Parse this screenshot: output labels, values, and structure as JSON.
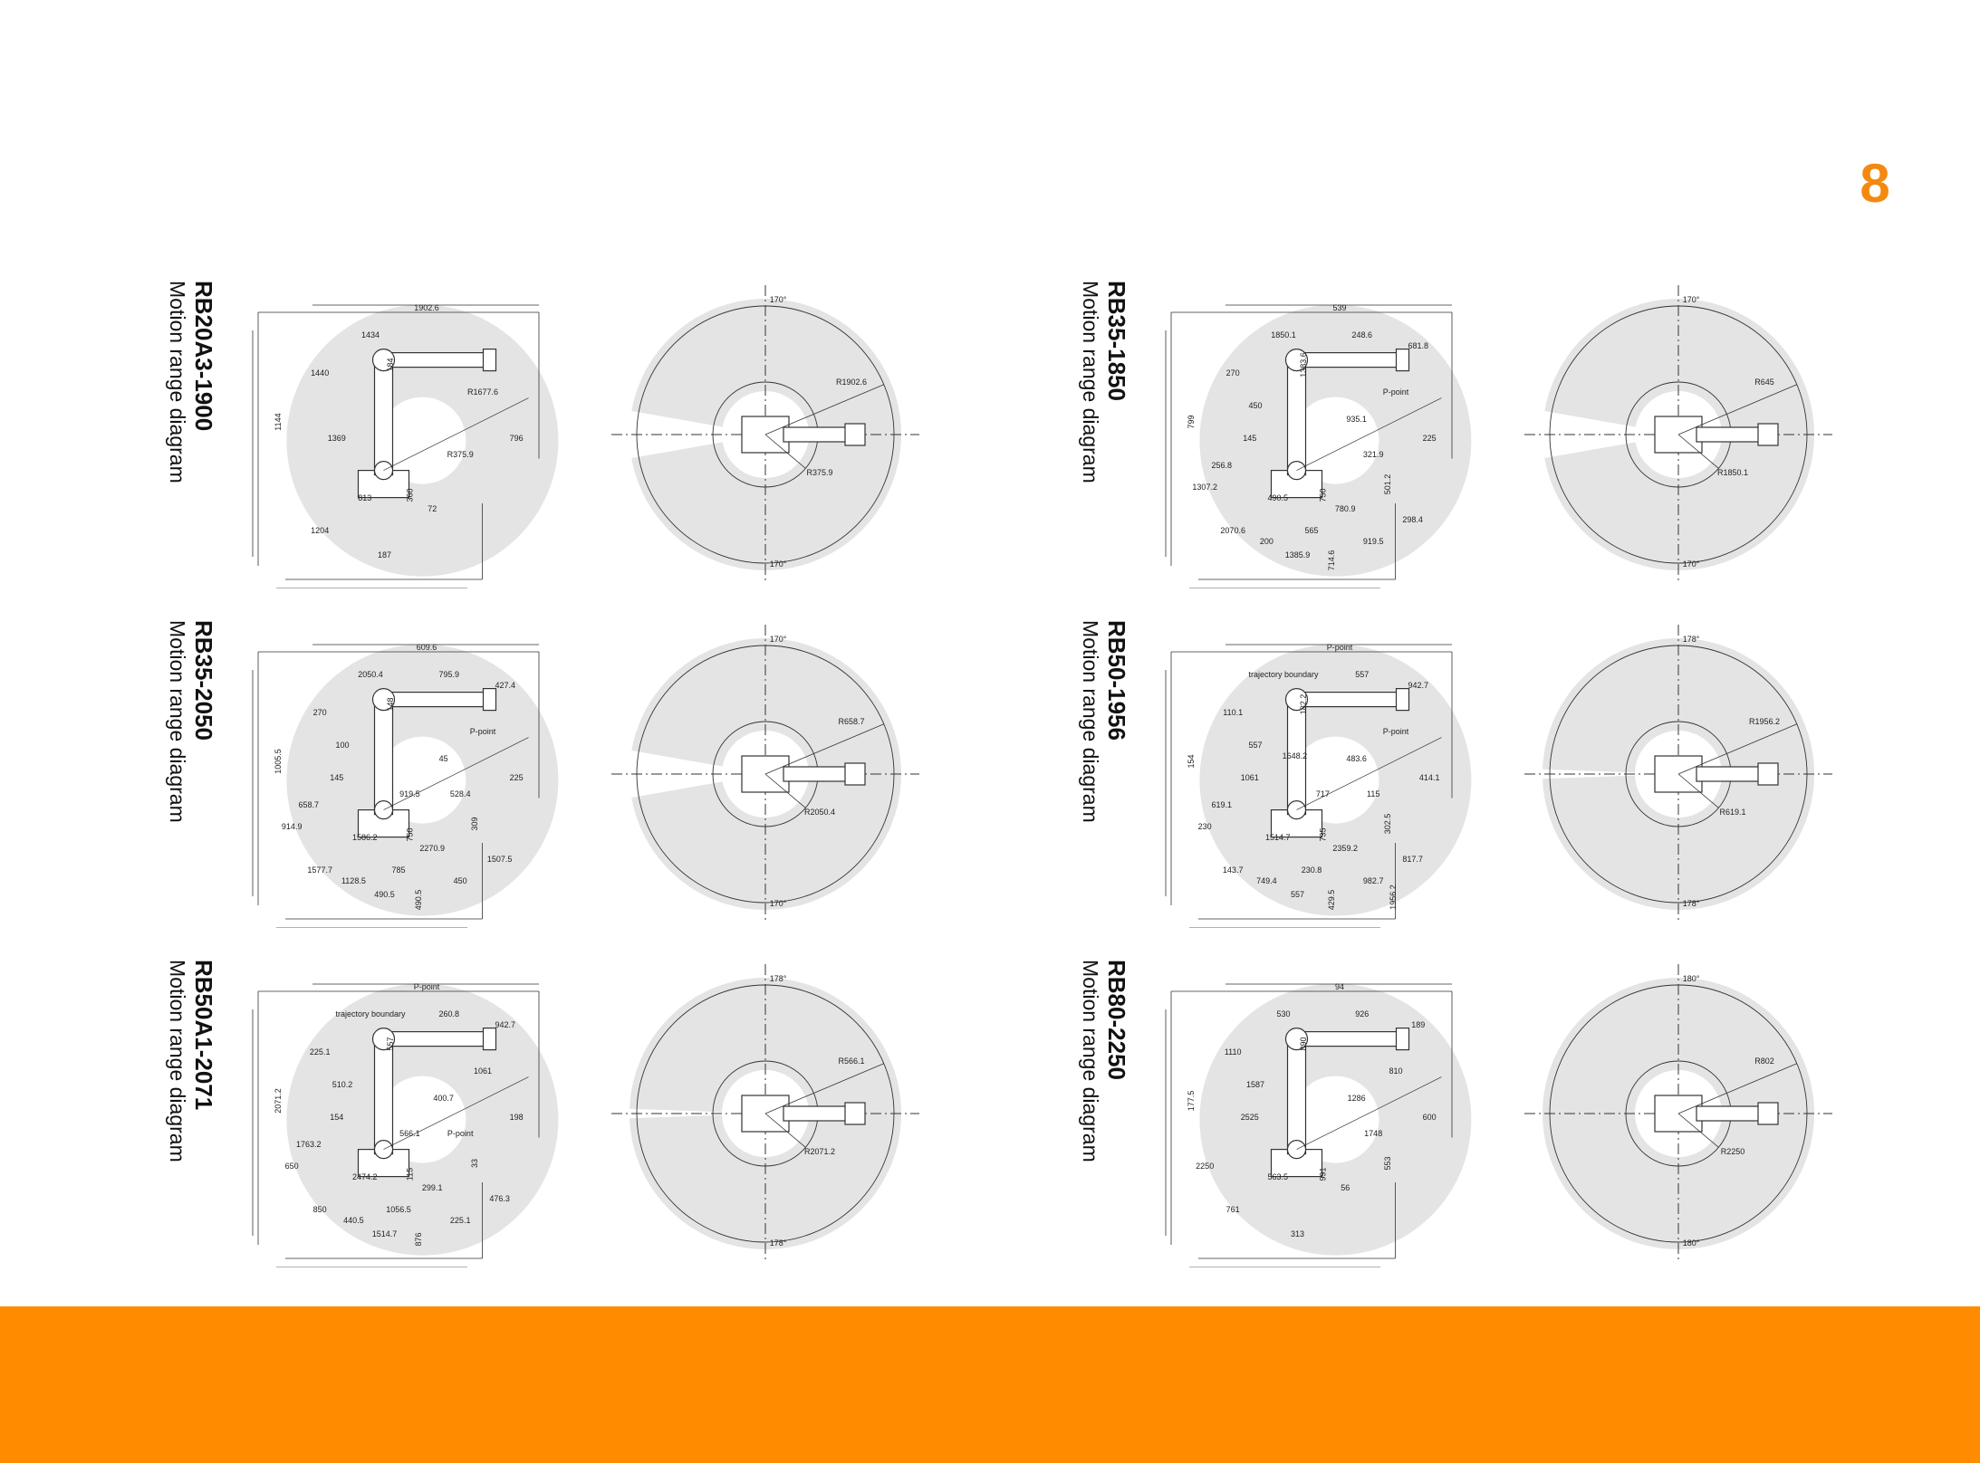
{
  "page": {
    "number": "8",
    "accent_color": "#ff8c00"
  },
  "panels": [
    {
      "model": "RB20A3-1900",
      "subtitle": "Motion range diagram",
      "side": {
        "dims": [
          "1902.6",
          "1434",
          "1440",
          "1144",
          "1369",
          "R1677.6",
          "796",
          "R375.9",
          "360",
          "72",
          "813",
          "1204",
          "187",
          "184"
        ]
      },
      "top": {
        "angles": [
          "170°",
          "170°"
        ],
        "radii": [
          "R1902.6",
          "R375.9"
        ]
      }
    },
    {
      "model": "RB35-1850",
      "subtitle": "Motion range diagram",
      "side": {
        "dims": [
          "539",
          "1850.1",
          "270",
          "799",
          "145",
          "P-point",
          "225",
          "321.9",
          "750",
          "780.9",
          "490.5",
          "2070.6",
          "1385.9",
          "1383.6",
          "248.6",
          "681.8",
          "450",
          "935.1",
          "501.2",
          "1307.2",
          "565",
          "919.5",
          "200",
          "714.6",
          "298.4",
          "256.8"
        ]
      },
      "top": {
        "angles": [
          "170°",
          "170°"
        ],
        "radii": [
          "R645",
          "R1850.1"
        ]
      }
    },
    {
      "model": "RB35-2050",
      "subtitle": "Motion range diagram",
      "side": {
        "dims": [
          "609.6",
          "2050.4",
          "270",
          "1005.5",
          "145",
          "P-point",
          "225",
          "528.4",
          "750",
          "2270.9",
          "1586.2",
          "1577.7",
          "490.5",
          "148",
          "795.9",
          "427.4",
          "100",
          "45",
          "309",
          "914.9",
          "785",
          "450",
          "1128.5",
          "490.5",
          "1507.5",
          "658.7",
          "919.5"
        ]
      },
      "top": {
        "angles": [
          "170°",
          "170°"
        ],
        "radii": [
          "R658.7",
          "R2050.4"
        ]
      }
    },
    {
      "model": "RB50-1956",
      "subtitle": "Motion range diagram",
      "side": {
        "dims": [
          "P-point",
          "trajectory boundary",
          "110.1",
          "154",
          "1061",
          "P-point",
          "414.1",
          "115",
          "735",
          "2359.2",
          "1514.7",
          "143.7",
          "557",
          "182.2",
          "557",
          "942.7",
          "557",
          "483.6",
          "302.5",
          "230",
          "230.8",
          "982.7",
          "749.4",
          "429.5",
          "817.7",
          "619.1",
          "717",
          "1648.2",
          "1956.2"
        ]
      },
      "top": {
        "angles": [
          "178°",
          "178°"
        ],
        "radii": [
          "R1956.2",
          "R619.1"
        ]
      }
    },
    {
      "model": "RB50A1-2071",
      "subtitle": "Motion range diagram",
      "side": {
        "dims": [
          "P-point",
          "trajectory boundary",
          "225.1",
          "2071.2",
          "154",
          "1061",
          "198",
          "P-point",
          "115",
          "299.1",
          "2474.2",
          "850",
          "1514.7",
          "557",
          "260.8",
          "942.7",
          "510.2",
          "400.7",
          "33",
          "650",
          "1056.5",
          "225.1",
          "440.5",
          "876",
          "476.3",
          "1763.2",
          "566.1"
        ]
      },
      "top": {
        "angles": [
          "178°",
          "178°"
        ],
        "radii": [
          "R566.1",
          "R2071.2"
        ]
      }
    },
    {
      "model": "RB80-2250",
      "subtitle": "Motion range diagram",
      "side": {
        "dims": [
          "94",
          "530",
          "1110",
          "177.5",
          "2525",
          "810",
          "600",
          "1748",
          "991",
          "56",
          "563.5",
          "761",
          "313",
          "890",
          "926",
          "189",
          "1587",
          "1286",
          "553",
          "2250"
        ]
      },
      "top": {
        "angles": [
          "180°",
          "180°"
        ],
        "radii": [
          "R802",
          "R2250"
        ]
      }
    }
  ]
}
